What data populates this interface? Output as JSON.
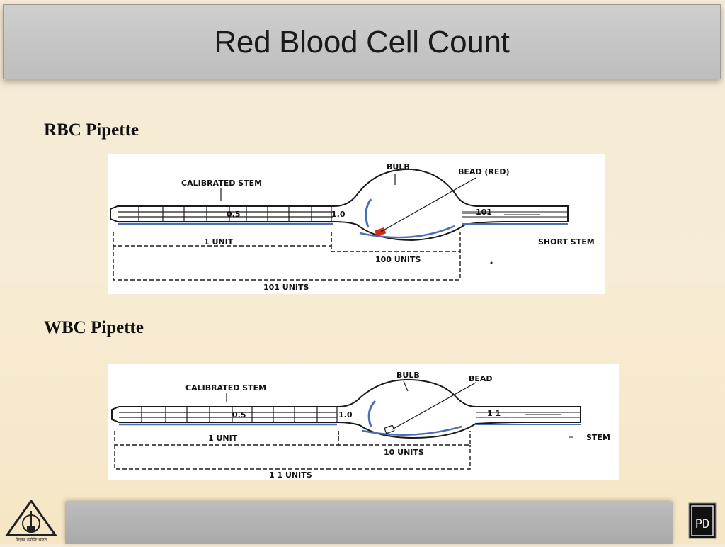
{
  "page_title": "Red Blood Cell Count",
  "rbc": {
    "heading": "RBC Pipette",
    "labels": {
      "calibrated_stem": "CALIBRATED STEM",
      "bulb": "BULB",
      "bead": "BEAD (RED)",
      "mark_05": "0.5",
      "mark_10": "1.0",
      "mark_101": "101",
      "one_unit": "1 UNIT",
      "hundred_units": "100 UNITS",
      "total_units": "101 UNITS",
      "short_stem": "SHORT STEM"
    },
    "bead_color": "#d42a1e"
  },
  "wbc": {
    "heading": "WBC Pipette",
    "labels": {
      "calibrated_stem": "CALIBRATED STEM",
      "bulb": "BULB",
      "bead": "BEAD",
      "mark_05": "0.5",
      "mark_10": "1.0",
      "mark_11": "1 1",
      "one_unit": "1 UNIT",
      "ten_units": "10  UNITS",
      "total_units": "1  1 UNITS",
      "stem": "STEM"
    },
    "bead_color": "#ffffff"
  },
  "logos": {
    "left_caption": "विज्ञान ज्योतिः भारत",
    "right_mark": "PD"
  }
}
